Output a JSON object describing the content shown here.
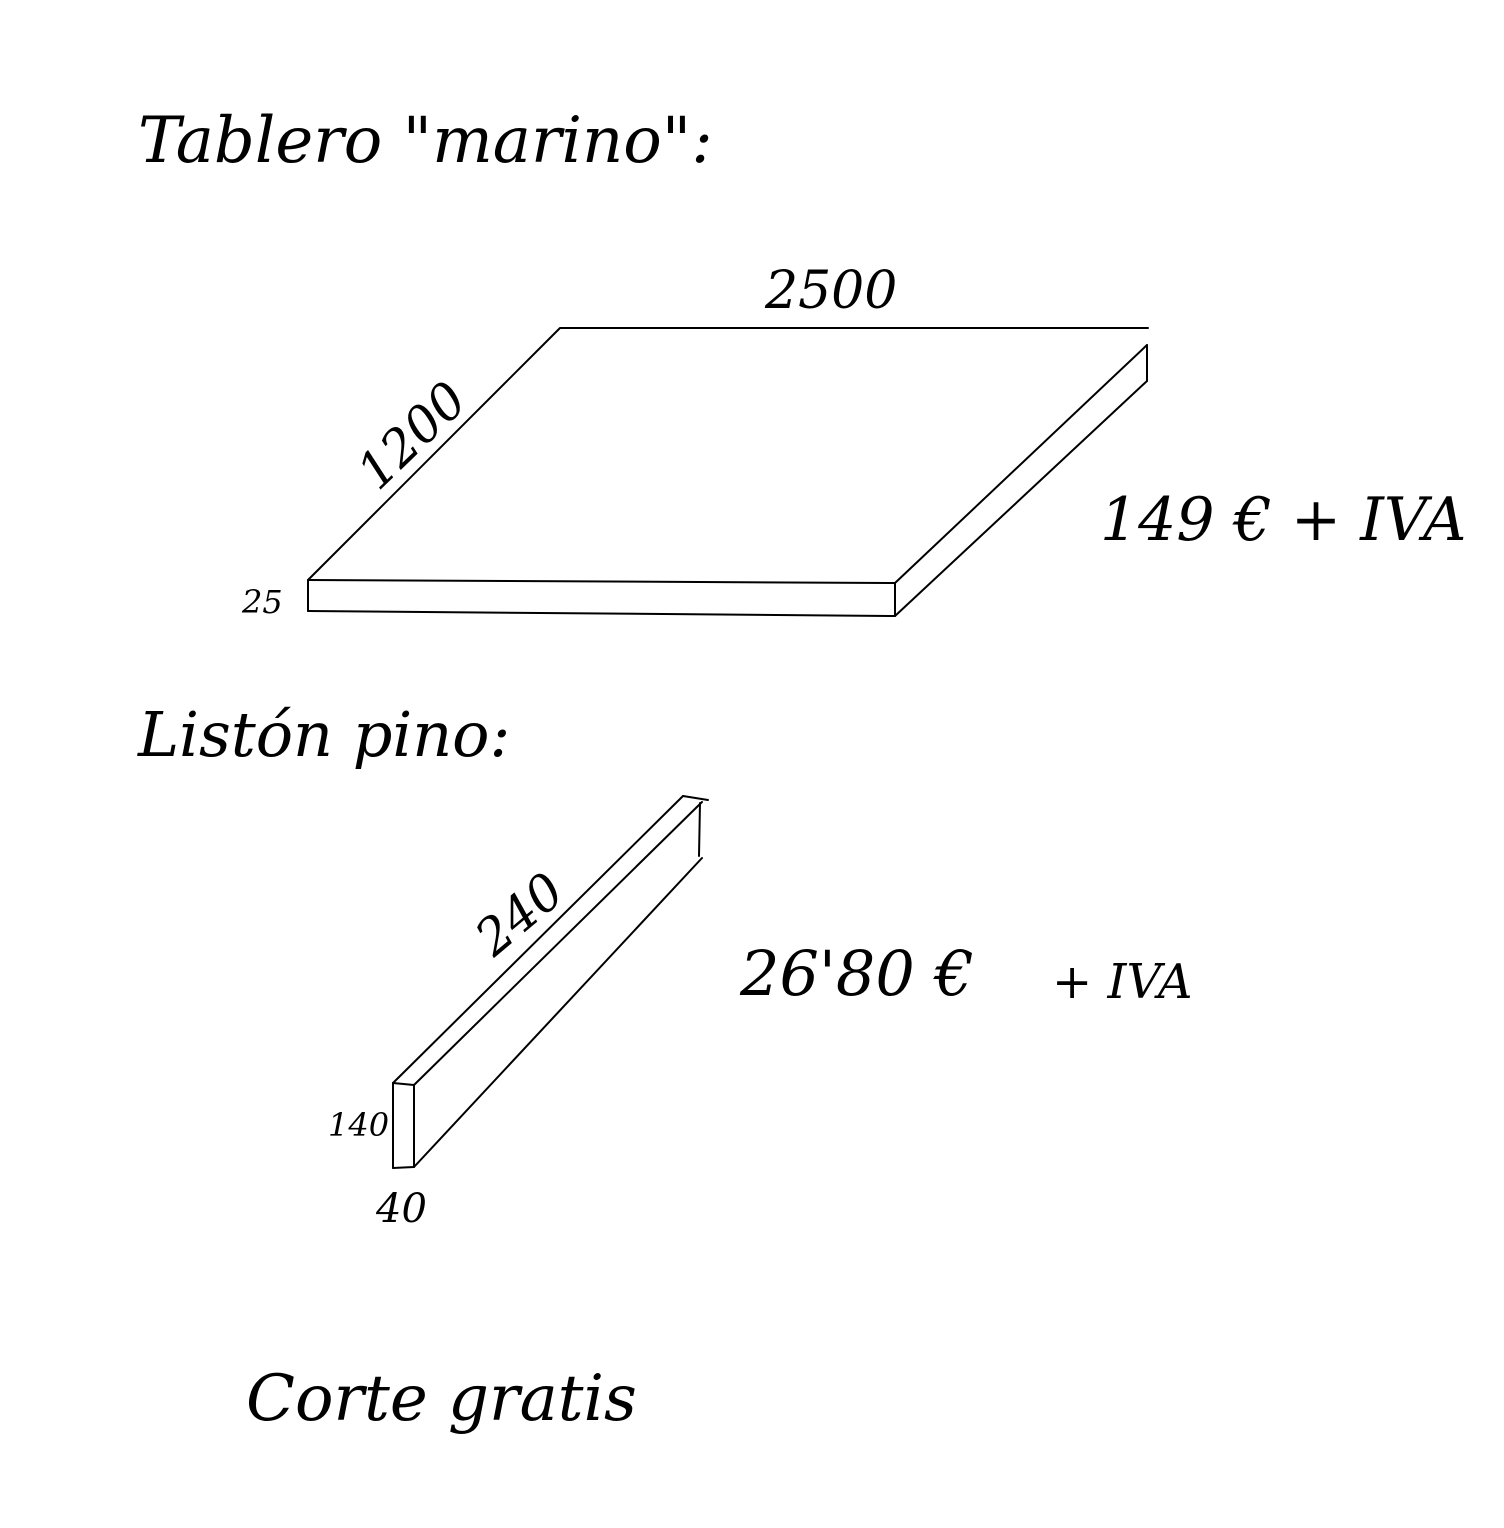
{
  "tablero": {
    "title": "Tablero \"marino\":",
    "length": "2500",
    "width": "1200",
    "thickness": "25",
    "price": "149 € + IVA"
  },
  "liston": {
    "title": "Listón pino:",
    "length": "240",
    "height": "140",
    "width": "40",
    "price": "26'80 €",
    "tax": "+ IVA"
  },
  "footer": {
    "note": "Corte gratis"
  },
  "colors": {
    "ink": "#000000",
    "paper": "#ffffff"
  }
}
